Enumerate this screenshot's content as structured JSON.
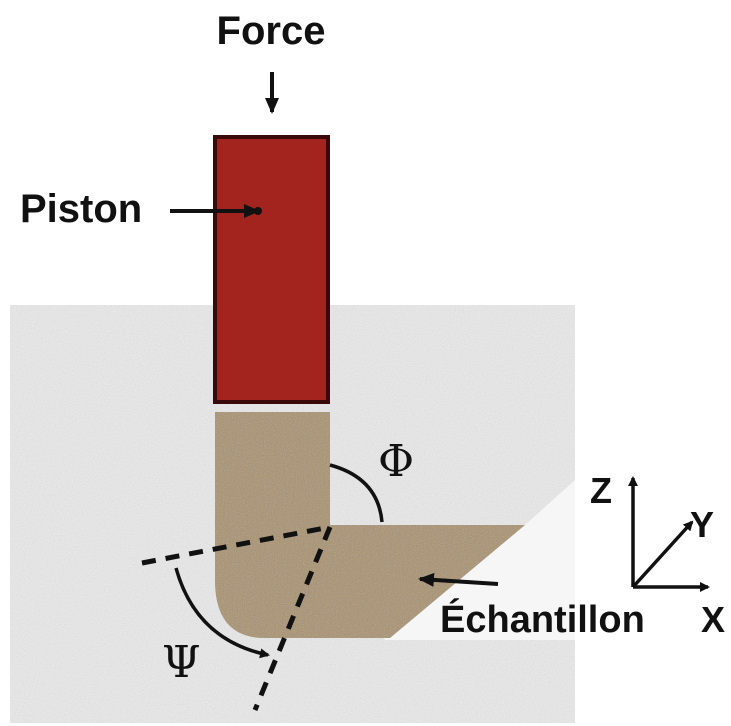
{
  "labels": {
    "force": "Force",
    "piston": "Piston",
    "sample": "Échantillon",
    "phi": "Φ",
    "psi": "Ψ",
    "axis_z": "Z",
    "axis_y": "Y",
    "axis_x": "X"
  },
  "colors": {
    "piston": "#a3231f",
    "piston_border": "#3a0a0a",
    "die_background": "#ebebeb",
    "sample": "#a8906a",
    "text": "#111111",
    "line": "#111111"
  }
}
